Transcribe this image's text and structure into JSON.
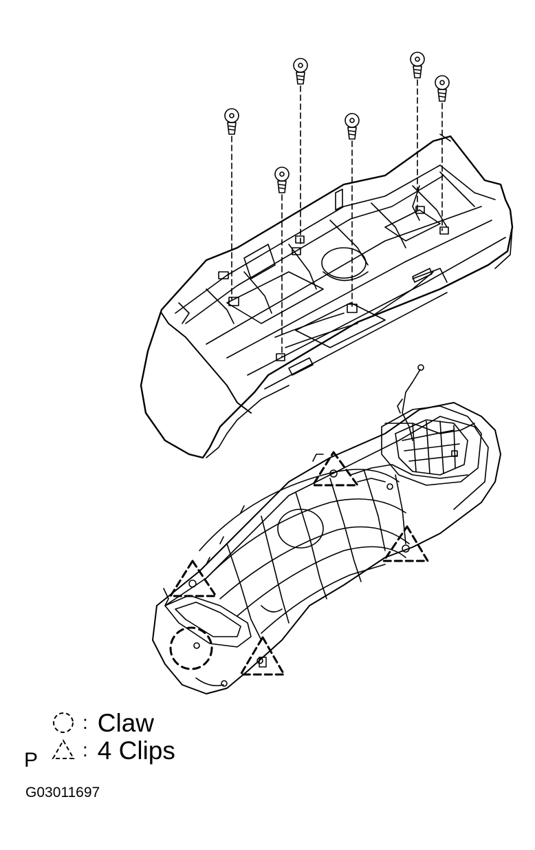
{
  "legend": {
    "claw": {
      "symbol": "dashed-circle",
      "label": "Claw"
    },
    "clips": {
      "symbol": "dashed-triangle",
      "label": "4 Clips"
    }
  },
  "page_mark": "P",
  "diagram_code": "G03011697",
  "colors": {
    "line": "#000000",
    "background": "#ffffff"
  }
}
